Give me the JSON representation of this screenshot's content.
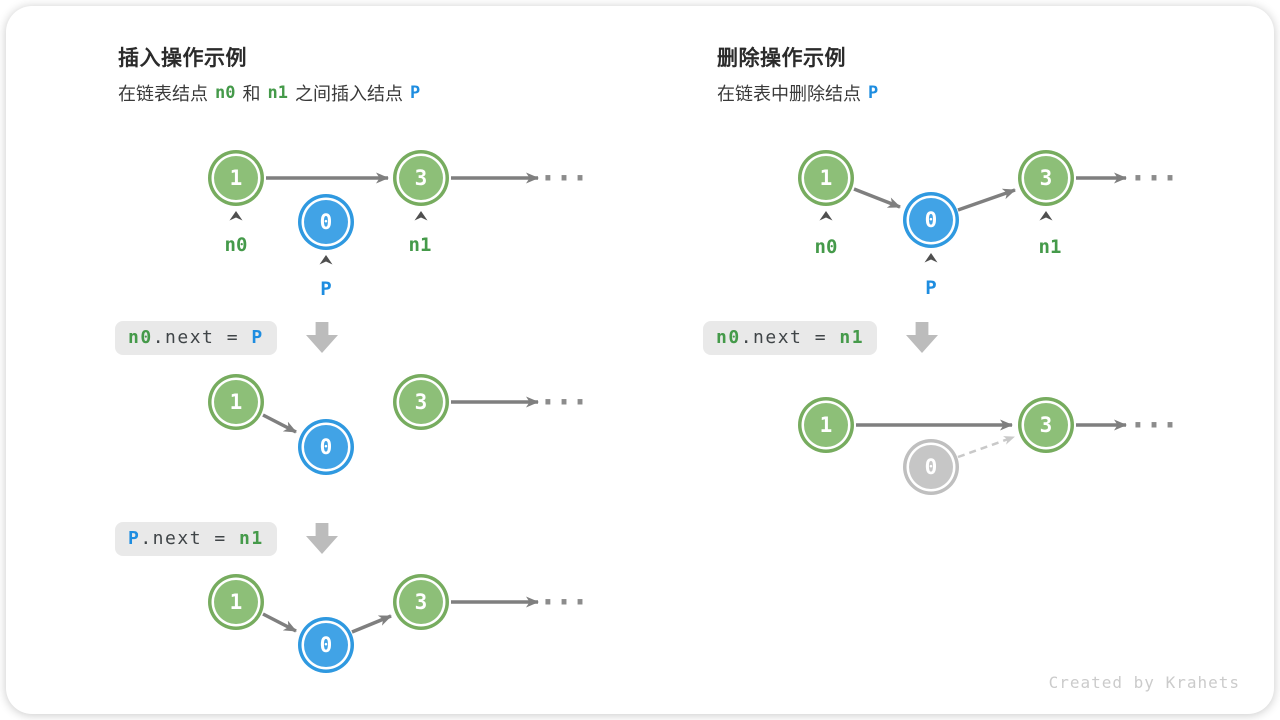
{
  "credit": "Created by Krahets",
  "ellipsis": "...",
  "values": {
    "one": "1",
    "zero": "0",
    "three": "3"
  },
  "labels": {
    "n0": "n0",
    "n1": "n1",
    "p": "P"
  },
  "colors": {
    "node_green": "#8dbf78",
    "node_green_ring": "#77ac5f",
    "node_blue": "#41a3e6",
    "node_blue_ring": "#2f99e0",
    "node_gray": "#c6c6c6",
    "arrow_gray": "#7f7f7f",
    "dashed_gray": "#c9c9c9",
    "text_green": "#459a4a",
    "text_blue": "#1e8de0",
    "codebox_bg": "#e9e9e9"
  },
  "left": {
    "title": "插入操作示例",
    "subtitle": {
      "part1": "在链表结点",
      "var1": "n0",
      "part2": "和",
      "var2": "n1",
      "part3": "之间插入结点",
      "var3": "P"
    },
    "code1": {
      "lhs": "n0",
      "mid": ".next = ",
      "rhs": "P"
    },
    "code2": {
      "lhs": "P",
      "mid": ".next = ",
      "rhs": "n1"
    }
  },
  "right": {
    "title": "删除操作示例",
    "subtitle": {
      "part1": "在链表中删除结点",
      "var1": "P"
    },
    "code1": {
      "lhs": "n0",
      "mid": ".next = ",
      "rhs": "n1"
    }
  }
}
